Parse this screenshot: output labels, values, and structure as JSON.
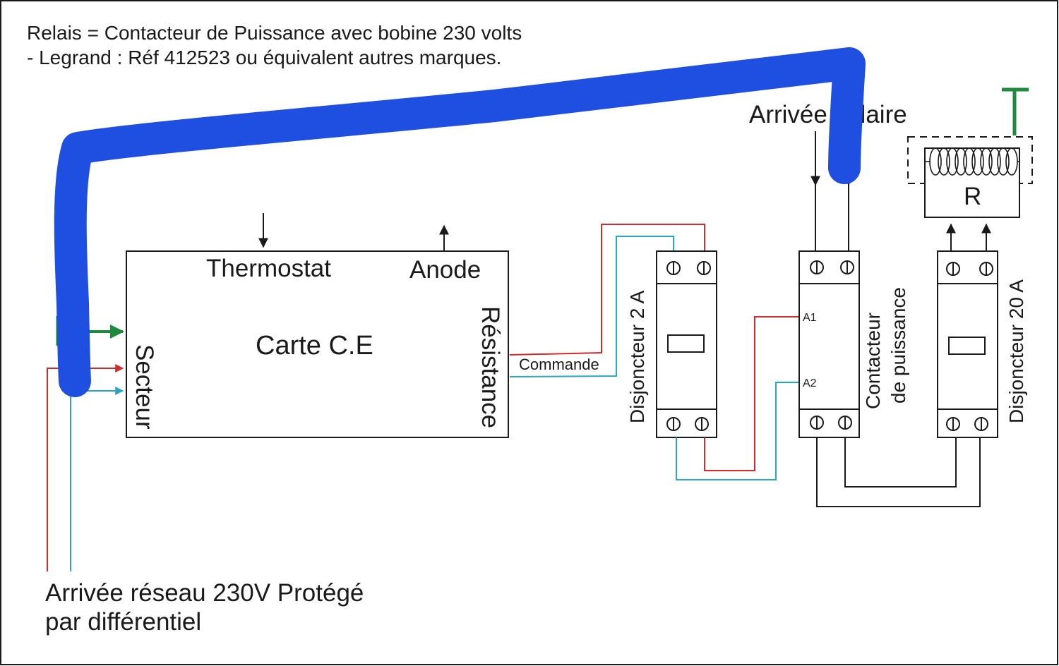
{
  "header": {
    "line1": "Relais =  Contacteur de Puissance avec bobine 230 volts",
    "line2": "- Legrand : Réf 412523  ou équivalent autres marques."
  },
  "card": {
    "title": "Carte C.E",
    "thermostat": "Thermostat",
    "anode": "Anode",
    "secteur": "Secteur",
    "resistance": "Résistance"
  },
  "commande": "Commande",
  "breaker_2a": "Disjoncteur 2 A",
  "breaker_20a": "Disjoncteur 20 A",
  "contactor": {
    "line1": "Contacteur",
    "line2": "de puissance",
    "a1": "A1",
    "a2": "A2"
  },
  "arrivee_solaire": "Arrivée solaire",
  "resistor_label": "R",
  "network": {
    "line1": "Arrivée réseau 230V Protégé",
    "line2": "par différentiel"
  },
  "colors": {
    "phase": "#d12b2b",
    "neutral": "#2aa6c4",
    "earth": "#1e8a3e",
    "marker": "#1f4fe0",
    "ink": "#1a1a1a"
  }
}
